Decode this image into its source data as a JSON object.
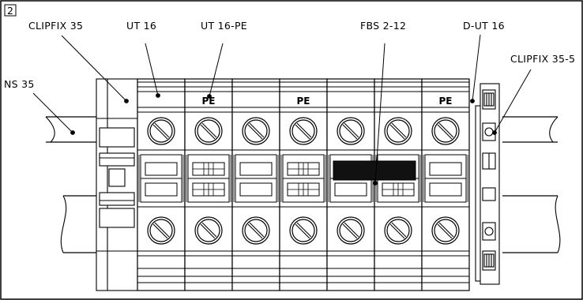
{
  "figure": {
    "number": "2"
  },
  "labels": {
    "clipfix_left": "CLIPFIX 35",
    "ut16": "UT 16",
    "ut16_pe": "UT 16-PE",
    "fbs": "FBS 2-12",
    "dut16": "D-UT 16",
    "clipfix_right": "CLIPFIX 35-5",
    "rail": "NS 35"
  },
  "terminals": [
    {
      "pe": ""
    },
    {
      "pe": "PE"
    },
    {
      "pe": ""
    },
    {
      "pe": "PE"
    },
    {
      "pe": ""
    },
    {
      "pe": ""
    },
    {
      "pe": "PE"
    }
  ]
}
